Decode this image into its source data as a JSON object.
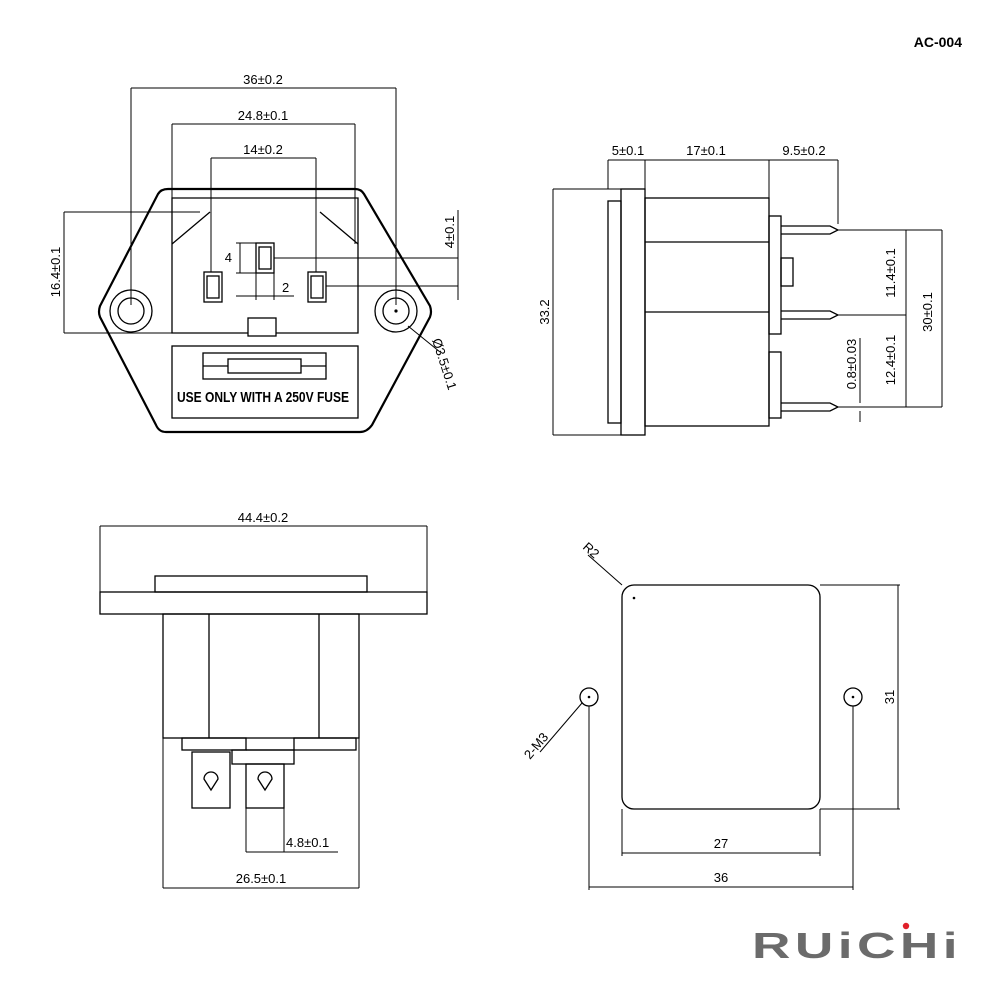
{
  "model": "AC-004",
  "brand": "RUiCHi",
  "brand_dot_color": "#e0202a",
  "front_view": {
    "fuse_warning": "USE ONLY WITH A 250V FUSE",
    "dims": {
      "overall_width": "36±0.2",
      "socket_width": "24.8±0.1",
      "pin_spacing": "14±0.2",
      "height": "16.4±0.1",
      "pin_offset": "4±0.1",
      "pin_small_4": "4",
      "pin_small_2": "2",
      "hole_dia": "Ø3.5±0.1"
    }
  },
  "side_view": {
    "dims": {
      "flange": "5±0.1",
      "body": "17±0.1",
      "terminal": "9.5±0.2",
      "overall_height": "33.2",
      "upper_pitch": "11.4±0.1",
      "lower_pitch": "12.4±0.1",
      "pin_thickness": "0.8±0.03",
      "terminal_span": "30±0.1"
    }
  },
  "bottom_view": {
    "dims": {
      "flange_width": "44.4±0.2",
      "terminal_width": "4.8±0.1",
      "body_width": "26.5±0.1"
    }
  },
  "cutout_view": {
    "dims": {
      "corner_radius": "R2",
      "screw": "2-M3",
      "height": "31",
      "cut_width": "27",
      "hole_pitch": "36"
    }
  }
}
